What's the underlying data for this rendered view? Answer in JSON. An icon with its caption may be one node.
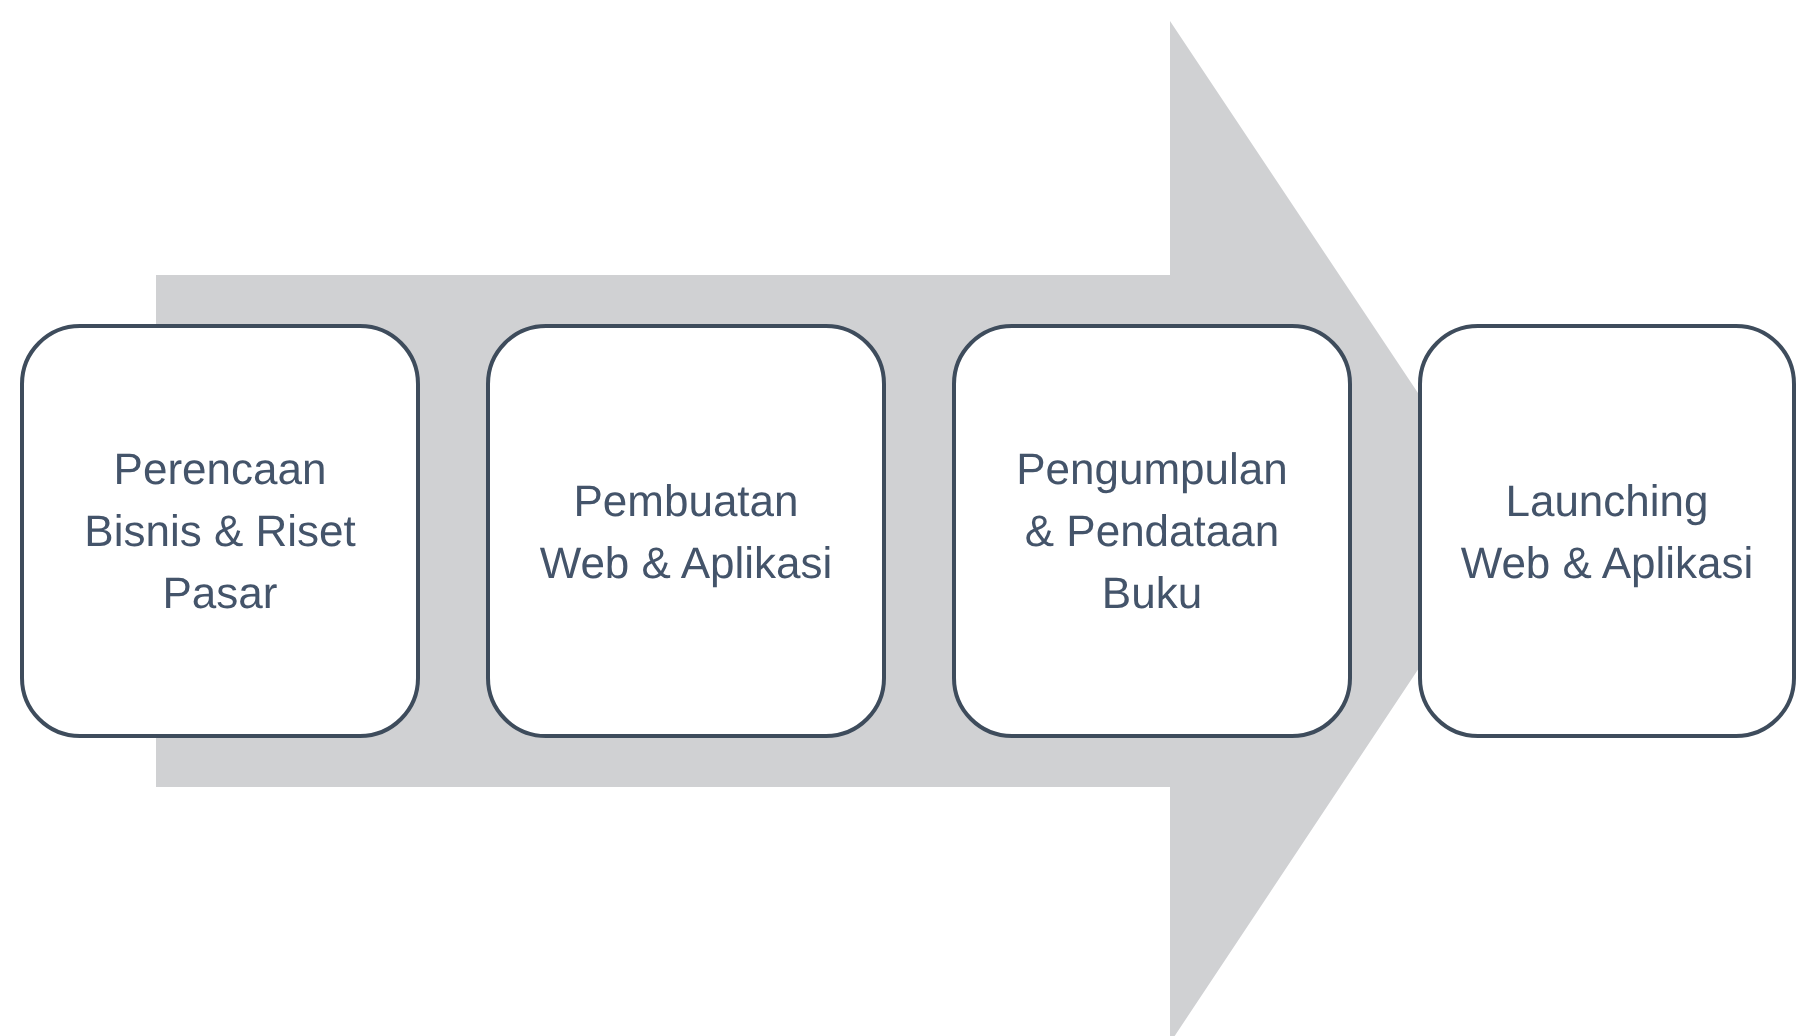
{
  "diagram": {
    "nodes": [
      {
        "text": [
          "Perencaan Bisnis & Riset Pasar"
        ]
      },
      {
        "text": [
          "Pembuatan Web & Aplikasi"
        ]
      },
      {
        "text": [
          "Pengumpulan & Pendataan Buku"
        ]
      },
      {
        "text": [
          "Launching Web & Aplikasi"
        ]
      }
    ],
    "edges": [
      {
        "from": 0,
        "to": 3,
        "arrow": "to",
        "style": "thick"
      }
    ]
  }
}
